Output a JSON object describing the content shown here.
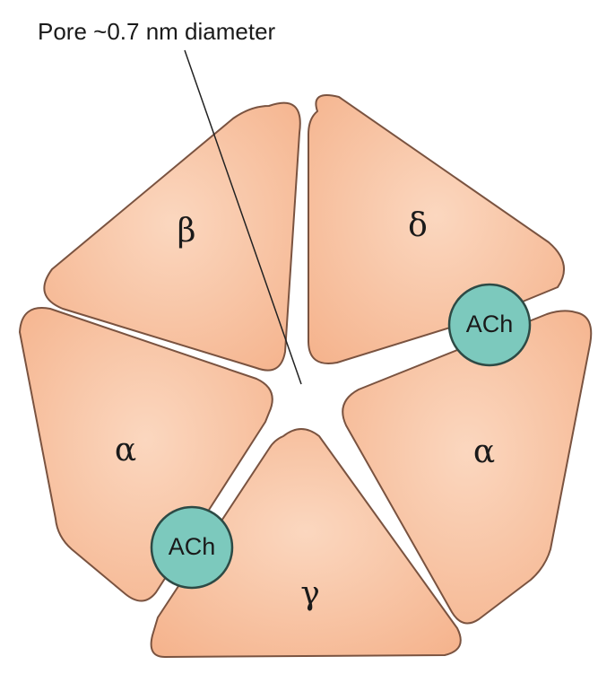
{
  "callout": {
    "label": "Pore ~0.7 nm diameter"
  },
  "subunits": {
    "beta": "β",
    "delta": "δ",
    "alpha_left": "α",
    "alpha_right": "α",
    "gamma": "γ"
  },
  "binding_sites": {
    "upper_right": "ACh",
    "lower_left": "ACh"
  },
  "colors": {
    "subunit_fill": "#f5b48e",
    "subunit_fill_light": "#fbd7bf",
    "ach_fill": "#7cc9bd",
    "pore_fill": "#ffffff"
  }
}
